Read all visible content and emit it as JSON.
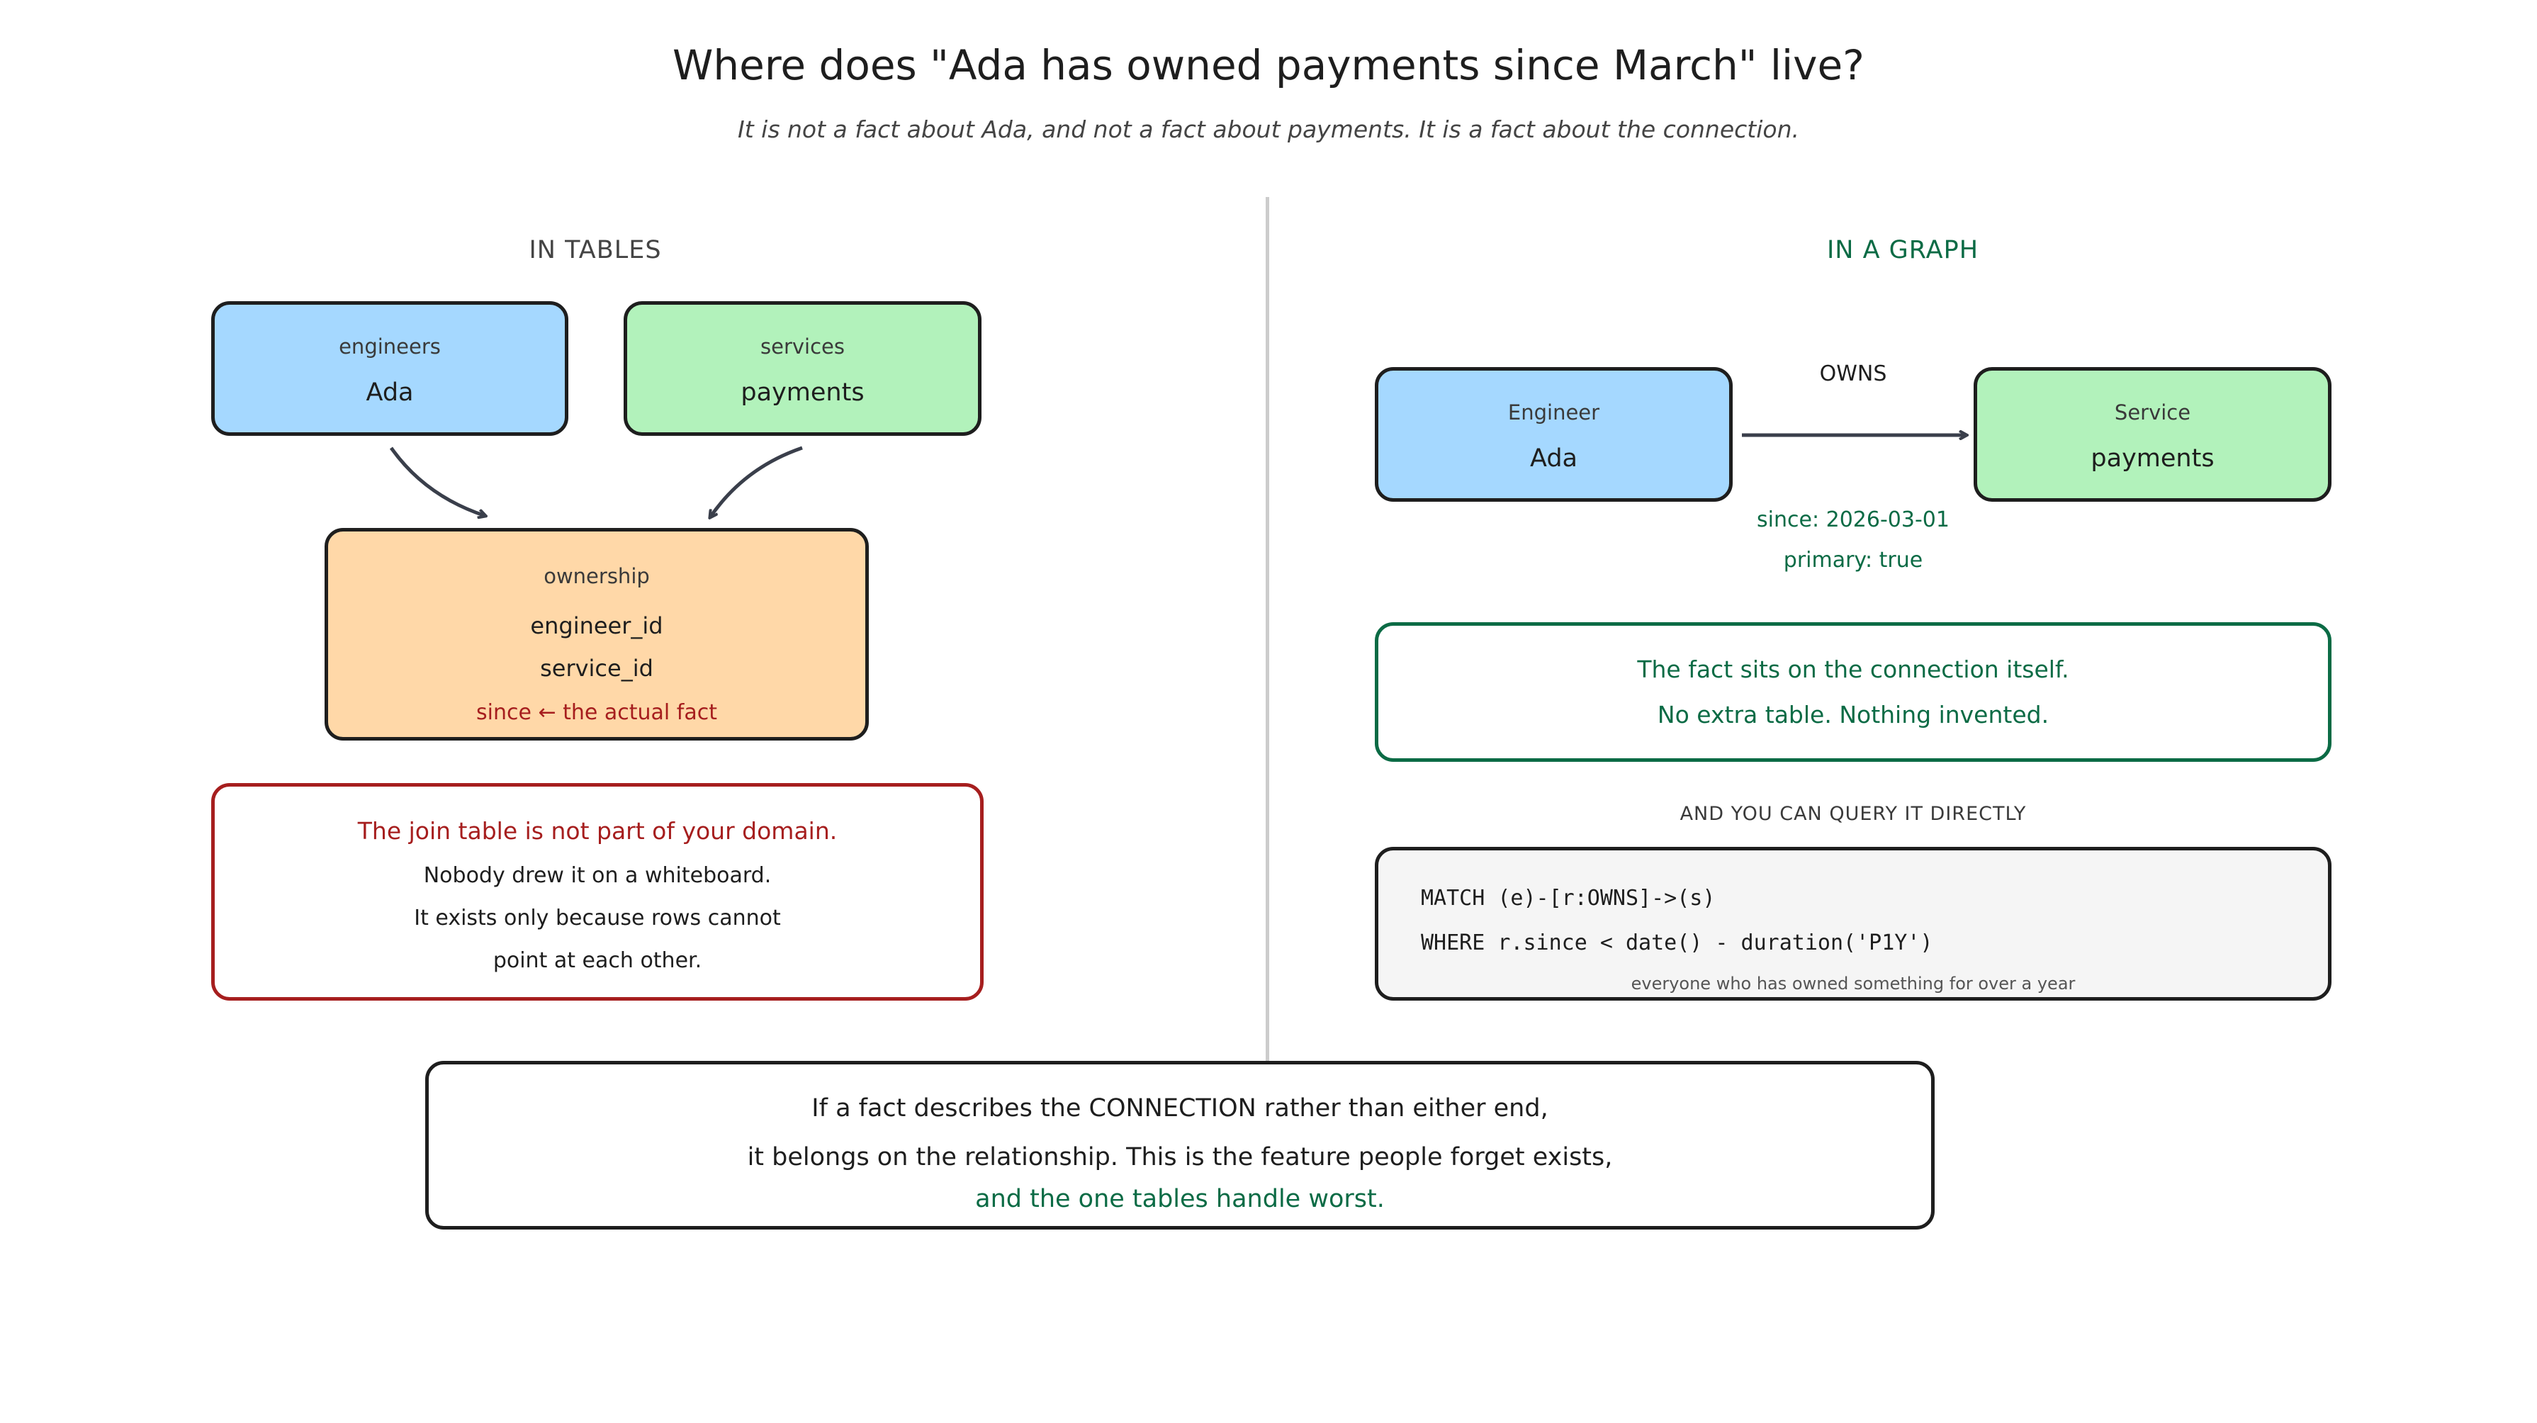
{
  "title": "Where does \"Ada has owned payments since March\" live?",
  "subtitle": "It is not a fact about Ada, and not a fact about payments. It is a fact about the connection.",
  "left": {
    "heading": "IN TABLES",
    "engineers": {
      "label": "engineers",
      "value": "Ada"
    },
    "services": {
      "label": "services",
      "value": "payments"
    },
    "ownership": {
      "label": "ownership",
      "fields": [
        "engineer_id",
        "service_id"
      ],
      "fact": "since ← the actual fact"
    },
    "note": {
      "headline": "The join table is not part of your domain.",
      "lines": [
        "Nobody drew it on a whiteboard.",
        "It exists only because rows cannot",
        "point at each other."
      ]
    }
  },
  "right": {
    "heading": "IN A GRAPH",
    "engineer": {
      "label": "Engineer",
      "value": "Ada"
    },
    "service": {
      "label": "Service",
      "value": "payments"
    },
    "edge_label": "OWNS",
    "edge_props": [
      "since: 2026-03-01",
      "primary: true"
    ],
    "fact_box": [
      "The fact sits on the connection itself.",
      "No extra table. Nothing invented."
    ],
    "query_heading": "AND YOU CAN QUERY IT DIRECTLY",
    "query_lines": [
      "MATCH (e)-[r:OWNS]->(s)",
      "WHERE r.since < date() - duration('P1Y')"
    ],
    "query_caption": "everyone who has owned something for over a year"
  },
  "bottom": {
    "lines": [
      "If a fact describes the CONNECTION rather than either end,",
      "it belongs on the relationship. This is the feature people forget exists,"
    ],
    "emphasis": "and the one tables handle worst."
  },
  "colors": {
    "blue_fill": "#a5d8ff",
    "green_fill": "#b2f2bb",
    "orange_fill": "#ffd8a8",
    "red_accent": "#a61e1e",
    "green_accent": "#0b6b45",
    "query_fill": "#f5f5f5",
    "divider": "#cccccc"
  }
}
